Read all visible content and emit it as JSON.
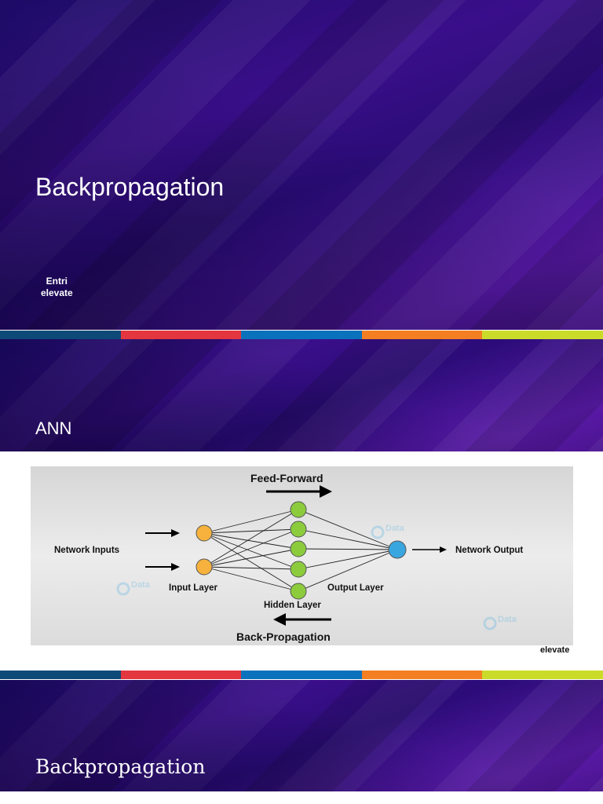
{
  "slides": [
    {
      "title": "Backpropagation",
      "logo": [
        "Entri",
        "elevate"
      ]
    },
    {
      "title": "ANN",
      "logo": "elevate"
    },
    {
      "title": "Backpropagation"
    }
  ],
  "stripe_colors": [
    "#0e4a78",
    "#e4363f",
    "#0a72bd",
    "#f47f22",
    "#cbdb2a"
  ],
  "diagram": {
    "feed_forward": "Feed-Forward",
    "back_propagation": "Back-Propagation",
    "network_inputs": "Network Inputs",
    "network_output": "Network Output",
    "input_layer": "Input Layer",
    "hidden_layer": "Hidden Layer",
    "output_layer": "Output Layer",
    "watermark": "Data",
    "node_colors": {
      "input": "#f6b23c",
      "hidden": "#8ccc3c",
      "output": "#3aa6e0"
    }
  }
}
